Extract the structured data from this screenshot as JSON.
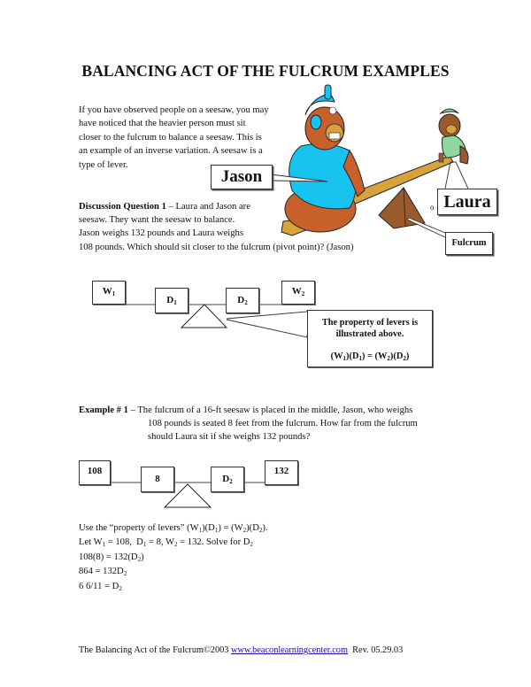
{
  "document": {
    "title": "BALANCING ACT OF THE FULCRUM EXAMPLES",
    "intro_lines": [
      "If you have observed people on a seesaw, you may",
      "have noticed that the heavier person must sit",
      "closer to the fulcrum to balance a seesaw. This is",
      "an example of an inverse variation. A seesaw is a",
      "type of lever."
    ],
    "illustration": {
      "labels": {
        "jason": "Jason",
        "laura": "Laura",
        "fulcrum": "Fulcrum",
        "stray_text": "o"
      },
      "colors": {
        "jason_shirt": "#19c3f0",
        "bear_fur": "#c8602c",
        "board": "#d8a33a",
        "fulcrum": "#9a5a2c",
        "laura_dress": "#8fd6a0"
      }
    },
    "discussion": {
      "heading": "Discussion Question 1",
      "dash": " – ",
      "lines": [
        "Laura and Jason are",
        "seesaw. They want the seesaw to balance.",
        "Jason weighs 132 pounds and Laura weighs",
        "108 pounds. Which should sit closer to the fulcrum (pivot point)? (Jason)"
      ]
    },
    "lever_diagram": {
      "w1": "W",
      "w1_sub": "1",
      "d1": "D",
      "d1_sub": "1",
      "d2": "D",
      "d2_sub": "2",
      "w2": "W",
      "w2_sub": "2",
      "callout": {
        "line1": "The property of levers is",
        "line2": "illustrated above.",
        "equation": "(W1)(D1) = (W2)(D2)"
      }
    },
    "example1": {
      "heading": "Example # 1",
      "dash": " – ",
      "lines": [
        "The fulcrum of a 16-ft seesaw is placed in the middle, Jason, who weighs",
        "108 pounds is seated 8 feet from the fulcrum. How far from the fulcrum",
        "should Laura sit if she weighs 132 pounds?"
      ],
      "diagram": {
        "w1": "108",
        "d1": "8",
        "d2": "D",
        "d2_sub": "2",
        "w2": "132"
      },
      "solution": [
        "Use the “property of levers” (W1)(D1) = (W2)(D2).",
        "Let W1 = 108,  D1 = 8, W2 = 132. Solve for D2",
        "108(8) = 132(D2)",
        "864 = 132D2",
        "6 6/11 = D2"
      ]
    },
    "footer": {
      "text": "The Balancing Act of the Fulcrum©2003",
      "link": "www.beaconlearningcenter.com",
      "revision": "Rev. 05.29.03"
    }
  }
}
